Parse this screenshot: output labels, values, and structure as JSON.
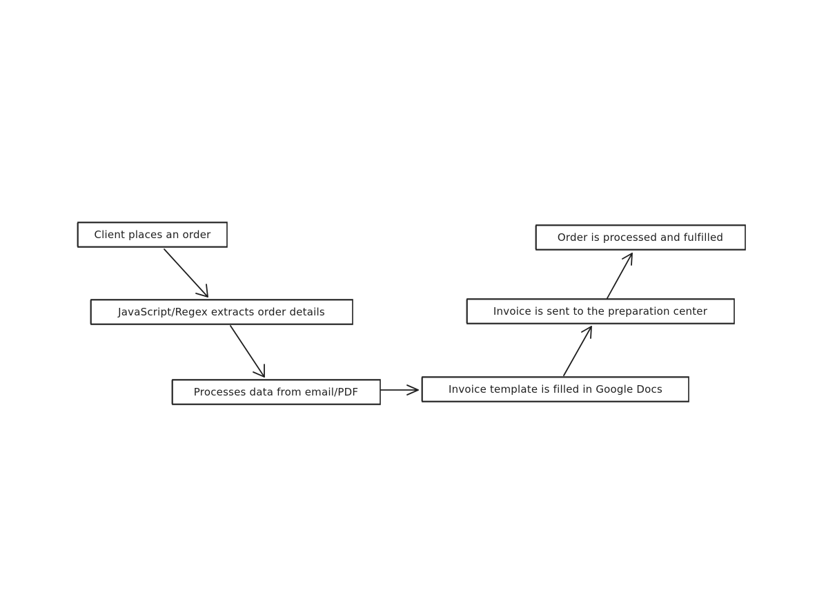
{
  "diagram": {
    "nodes": [
      {
        "id": "client-order",
        "label": "Client places an order"
      },
      {
        "id": "extract-details",
        "label": "JavaScript/Regex extracts order details"
      },
      {
        "id": "process-data",
        "label": "Processes data from email/PDF"
      },
      {
        "id": "fill-template",
        "label": "Invoice template is filled in Google Docs"
      },
      {
        "id": "send-invoice",
        "label": "Invoice is sent to the preparation center"
      },
      {
        "id": "fulfill-order",
        "label": "Order is processed and fulfilled"
      }
    ],
    "edges": [
      {
        "from": "client-order",
        "to": "extract-details"
      },
      {
        "from": "extract-details",
        "to": "process-data"
      },
      {
        "from": "process-data",
        "to": "fill-template"
      },
      {
        "from": "fill-template",
        "to": "send-invoice"
      },
      {
        "from": "send-invoice",
        "to": "fulfill-order"
      }
    ],
    "colors": {
      "stroke": "#1e1e1e",
      "background": "#ffffff"
    }
  }
}
